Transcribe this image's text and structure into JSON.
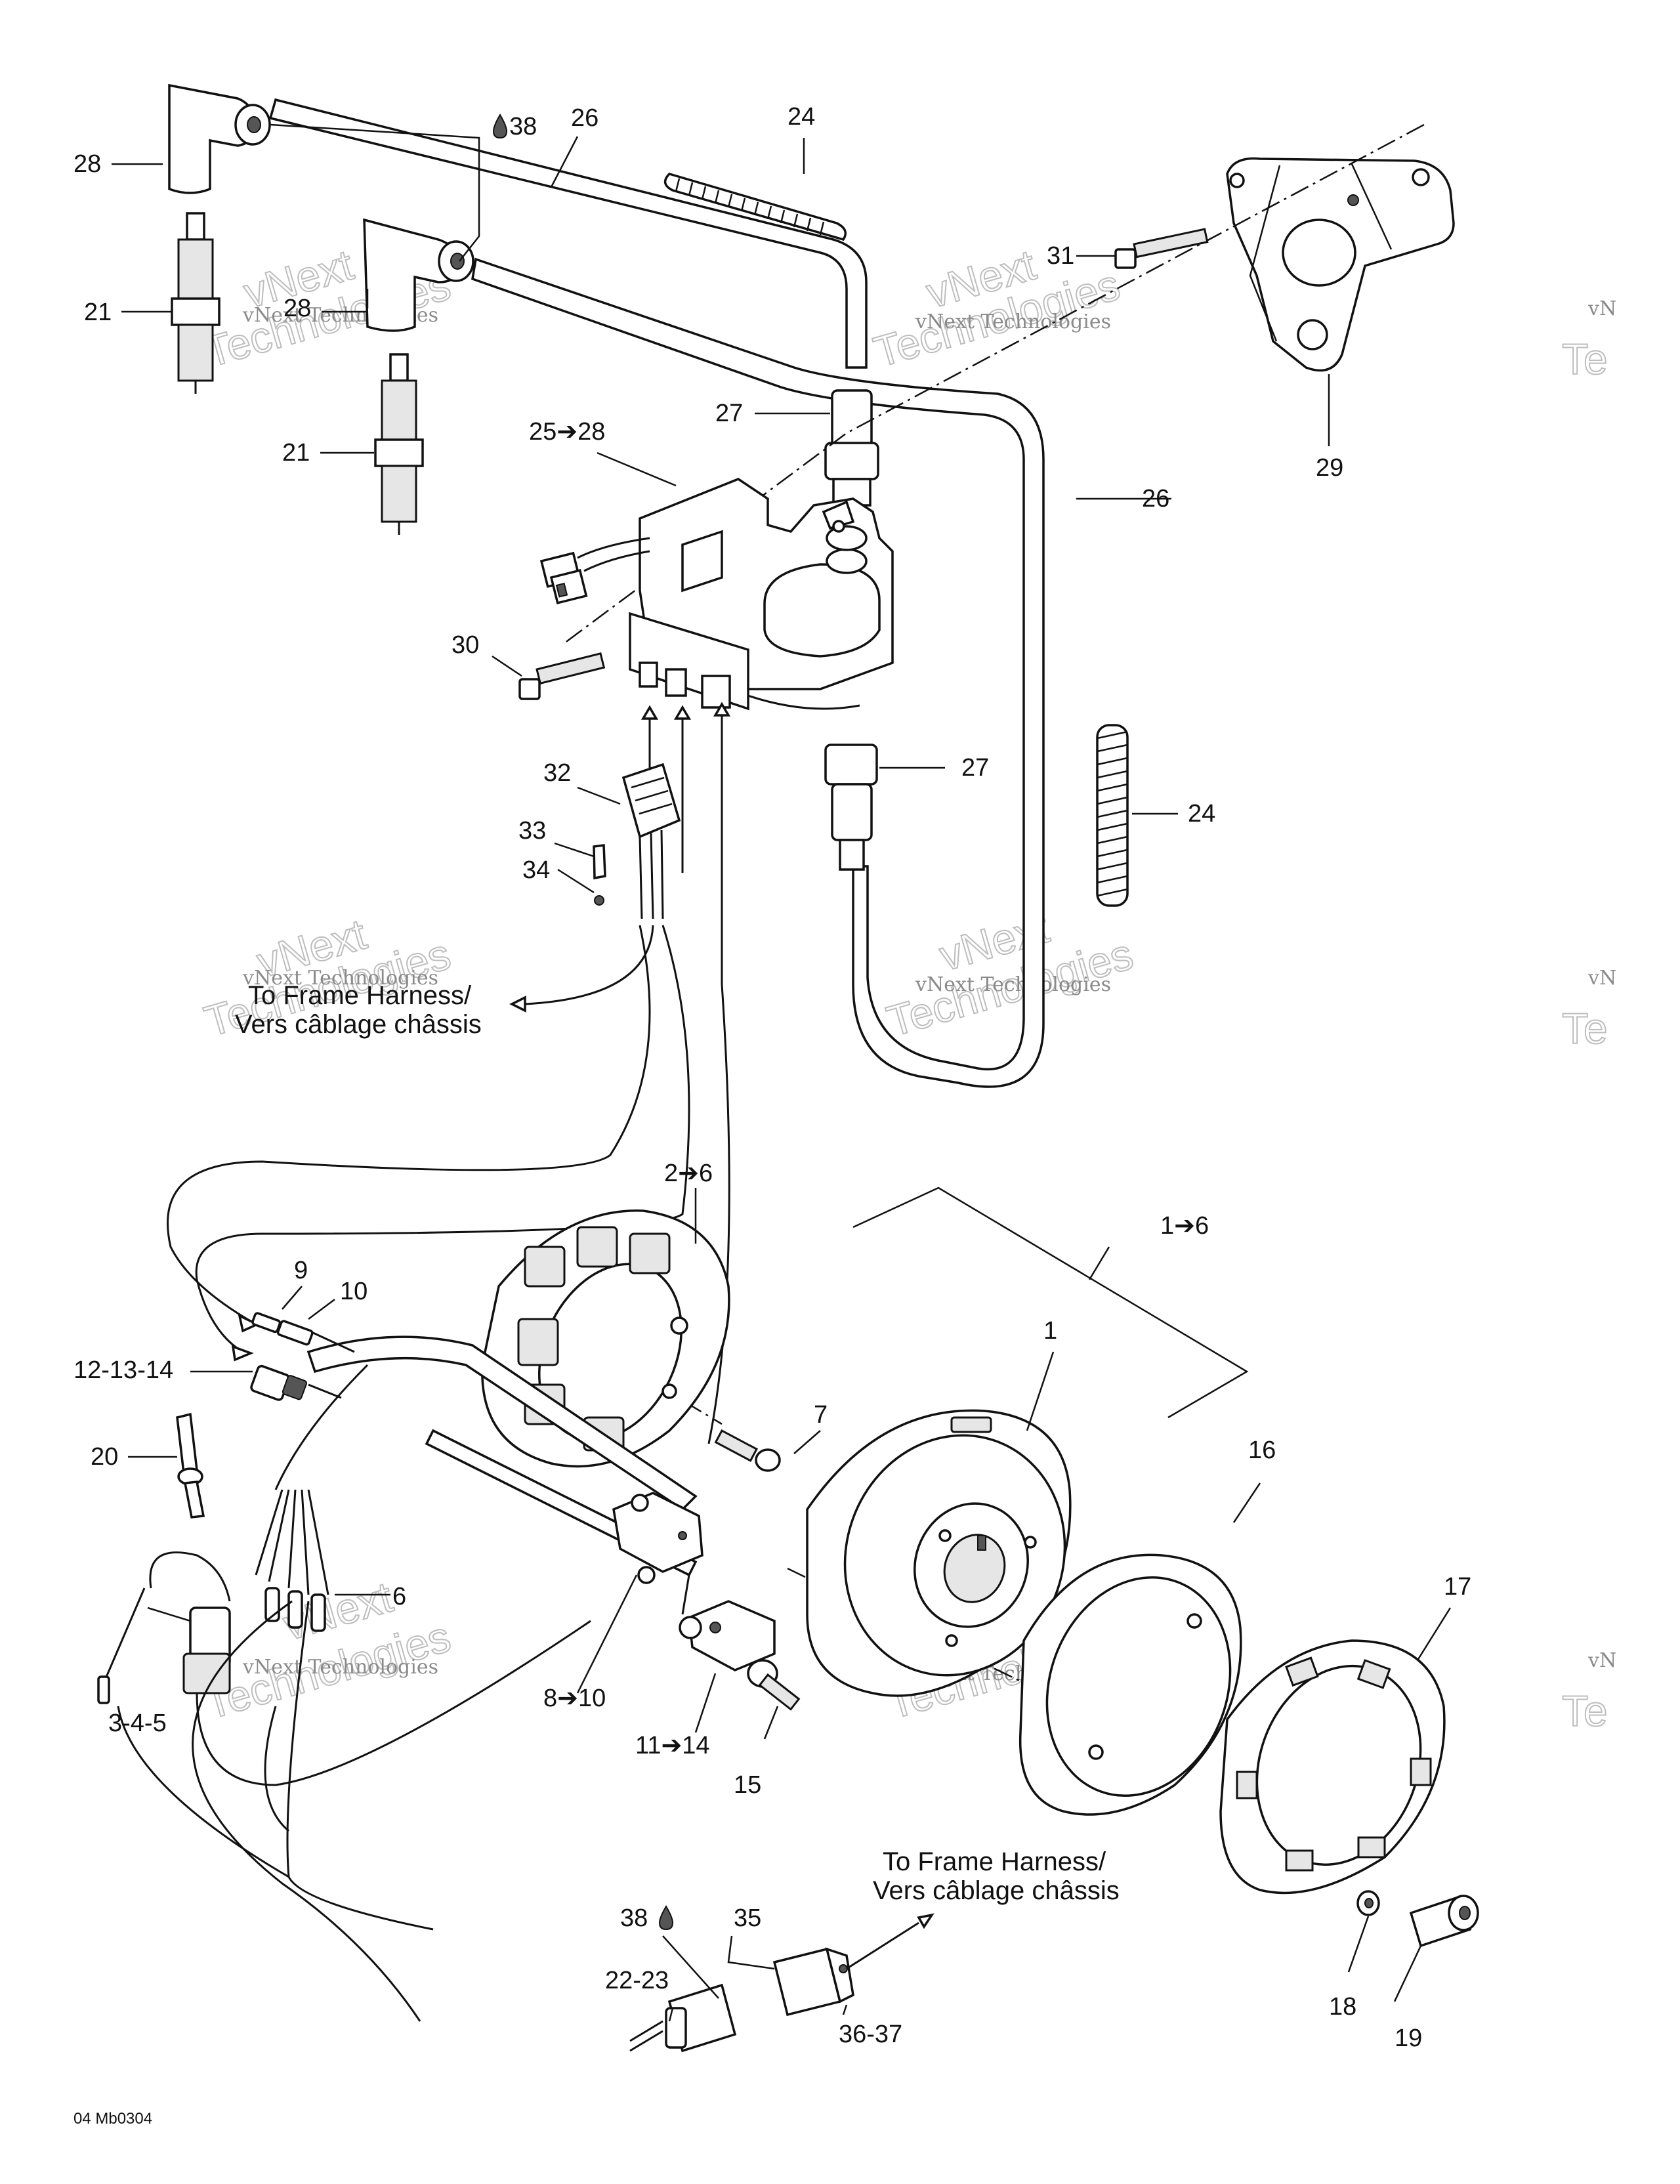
{
  "labels": {
    "l1": "1",
    "l1_6": "1➔6",
    "l2_6": "2➔6",
    "l6": "6",
    "l7": "7",
    "l8_10": "8➔10",
    "l9": "9",
    "l10": "10",
    "l11_14": "11➔14",
    "l12_13_14": "12-13-14",
    "l15": "15",
    "l16": "16",
    "l17": "17",
    "l18": "18",
    "l19": "19",
    "l20": "20",
    "l21a": "21",
    "l21b": "21",
    "l22_23": "22-23",
    "l24a": "24",
    "l24b": "24",
    "l25_28": "25➔28",
    "l26a": "26",
    "l26b": "26",
    "l27a": "27",
    "l27b": "27",
    "l28a": "28",
    "l28b": "28",
    "l29": "29",
    "l30": "30",
    "l31": "31",
    "l32": "32",
    "l33": "33",
    "l34": "34",
    "l35": "35",
    "l36_37": "36-37",
    "l38a": "38",
    "l38b": "38",
    "l3_4_5": "3-4-5"
  },
  "notes": {
    "harness_top_en": "To Frame Harness/",
    "harness_top_fr": "Vers câblage châssis",
    "harness_bottom_en": "To Frame Harness/",
    "harness_bottom_fr": "Vers câblage châssis"
  },
  "watermark": {
    "small": "vNext Technologies",
    "big_a": "vNext",
    "big_b": "Technologies",
    "edge_a": "vN",
    "edge_b": "Te"
  },
  "drawing_code": "04 Mb0304",
  "icons": {
    "oil_drop": "oil-drop-icon"
  }
}
